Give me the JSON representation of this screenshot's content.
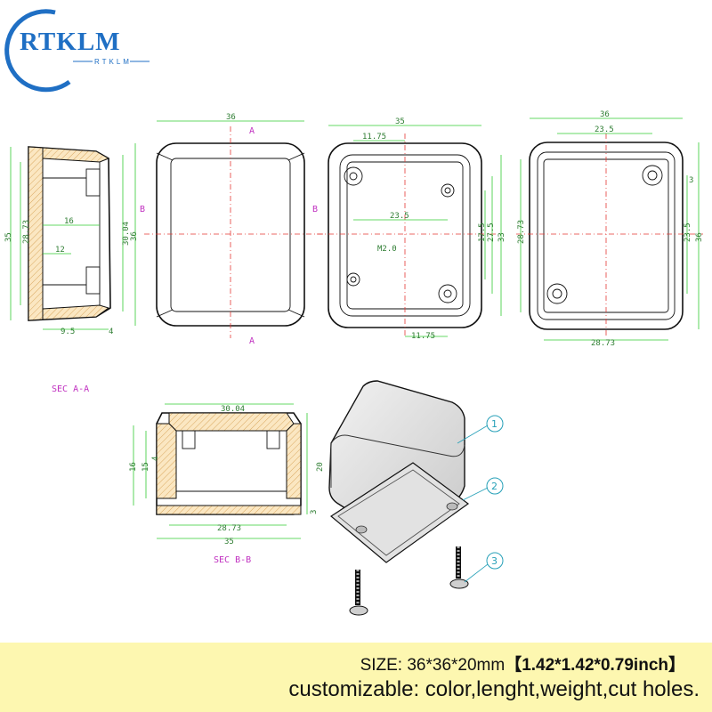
{
  "brand": {
    "logo_text": "RTKLM",
    "logo_subtext": "RTKLM",
    "color": "#1f6fc4"
  },
  "views": {
    "side_view": {
      "dims": [
        "35",
        "28.73",
        "30.04",
        "16",
        "12",
        "9.5",
        "4"
      ]
    },
    "top_view": {
      "dims": [
        "36",
        "36"
      ],
      "section_marks": [
        "A",
        "A",
        "B",
        "B"
      ]
    },
    "bottom_inner_view": {
      "dims": [
        "35",
        "11.75",
        "23.5",
        "17.5",
        "27.5",
        "33",
        "M2.0",
        "11.75"
      ]
    },
    "base_view": {
      "dims": [
        "36",
        "23.5",
        "28.73",
        "3",
        "23.5",
        "36",
        "28.73"
      ]
    },
    "section_aa": {
      "label": "SEC A-A"
    },
    "section_bb": {
      "label": "SEC B-B",
      "dims": [
        "30.04",
        "16",
        "15",
        "4",
        "20",
        "3",
        "28.73",
        "35"
      ]
    },
    "exploded": {
      "part_numbers": [
        "1",
        "2",
        "3"
      ]
    }
  },
  "info": {
    "size_label": "SIZE: 36*36*20mm",
    "size_inch": "【1.42*1.42*0.79inch】",
    "custom_text": "customizable: color,lenght,weight,cut holes."
  },
  "colors": {
    "dimension": "#33cc33",
    "centerline": "#e53935",
    "label": "#c030c0",
    "banner": "#fdf7b0",
    "part_number": "#26a0b8"
  }
}
